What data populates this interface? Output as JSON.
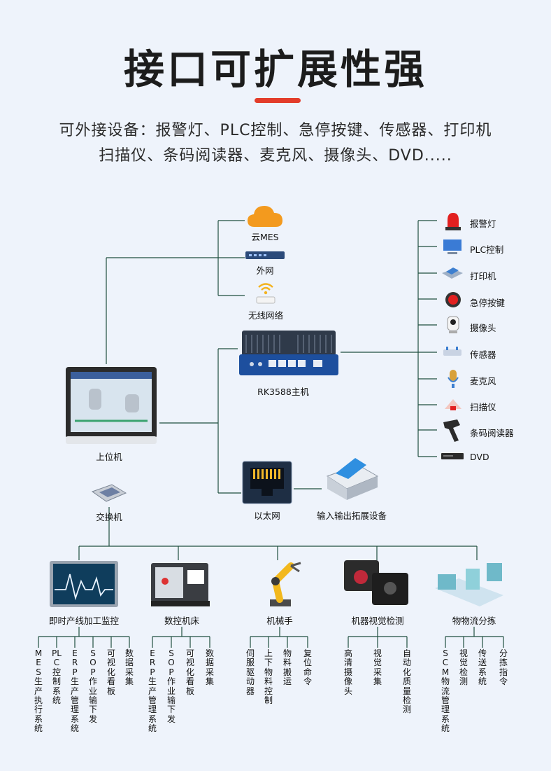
{
  "title": "接口可扩展性强",
  "subtitle_line1": "可外接设备：报警灯、PLC控制、急停按键、传感器、打印机",
  "subtitle_line2": "扫描仪、条码阅读器、麦克风、摄像头、DVD.....",
  "network": {
    "cloud": "云MES",
    "wan": "外网",
    "wifi": "无线网络",
    "host": "RK3588主机",
    "hmi": "上位机",
    "switch": "交换机",
    "ethernet": "以太网",
    "io": "输入输出拓展设备"
  },
  "peripherals": [
    "报警灯",
    "PLC控制",
    "打印机",
    "急停按键",
    "摄像头",
    "传感器",
    "麦克风",
    "扫描仪",
    "条码阅读器",
    "DVD"
  ],
  "systems": [
    {
      "name": "即时产线加工监控",
      "items": [
        "MES生产执行系统",
        "PLC控制系统",
        "ERP生产管理系统",
        "SOP作业输下发",
        "可视化看板",
        "数据采集"
      ]
    },
    {
      "name": "数控机床",
      "items": [
        "ERP生产管理系统",
        "SOP作业输下发",
        "可视化看板",
        "数据采集"
      ]
    },
    {
      "name": "机械手",
      "items": [
        "伺服驱动器",
        "上下物料控制",
        "物料搬运",
        "复位命令"
      ]
    },
    {
      "name": "机器视觉检测",
      "items": [
        "高清摄像头",
        "视觉采集",
        "自动化质量检测"
      ]
    },
    {
      "name": "物物流分拣",
      "items": [
        "SCM物流管理系统",
        "视觉检测",
        "传送系统",
        "分拣指令"
      ]
    }
  ],
  "colors": {
    "line": "#1f4f3f",
    "accent": "#e33c2a",
    "background": "#eef3fb"
  }
}
